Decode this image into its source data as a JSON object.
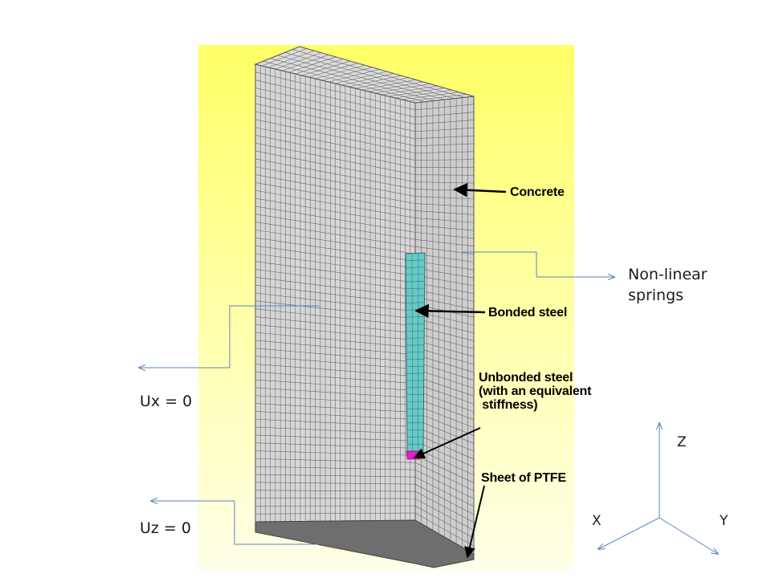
{
  "labels": {
    "concrete": "Concrete",
    "bonded_steel": "Bonded steel",
    "unbonded_steel": "Unbonded steel\n(with an equivalent\n stiffness)",
    "ptfe": "Sheet of PTFE",
    "springs": "Non-linear\nsprings",
    "ux": "Ux = 0",
    "uz": "Uz = 0"
  },
  "axes": {
    "z": "Z",
    "x": "X",
    "y": "Y"
  },
  "colors": {
    "background_top": "#ffff66",
    "background_bottom": "#ffffe8",
    "mesh_face": "#d6d6d6",
    "mesh_line": "#5a5a5a",
    "bonded_steel": "#67c9c4",
    "unbonded_steel": "#e020c0",
    "ptfe": "#6e6e6e",
    "leader_blue": "#5b86bc"
  }
}
